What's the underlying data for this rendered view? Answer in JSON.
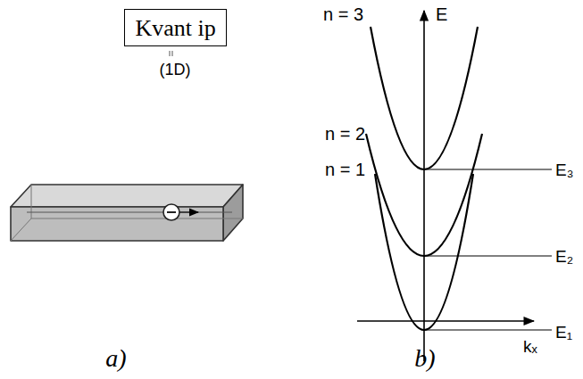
{
  "diagram": {
    "nodes": [
      {
        "text": [
          "Kvant ip"
        ]
      }
    ],
    "edges": [],
    "labels": [
      "(1D)",
      "n = 3",
      "n = 2",
      "n = 1",
      "E",
      "E₃",
      "E₂",
      "E₁",
      "kₓ",
      "a)",
      "b)"
    ]
  }
}
